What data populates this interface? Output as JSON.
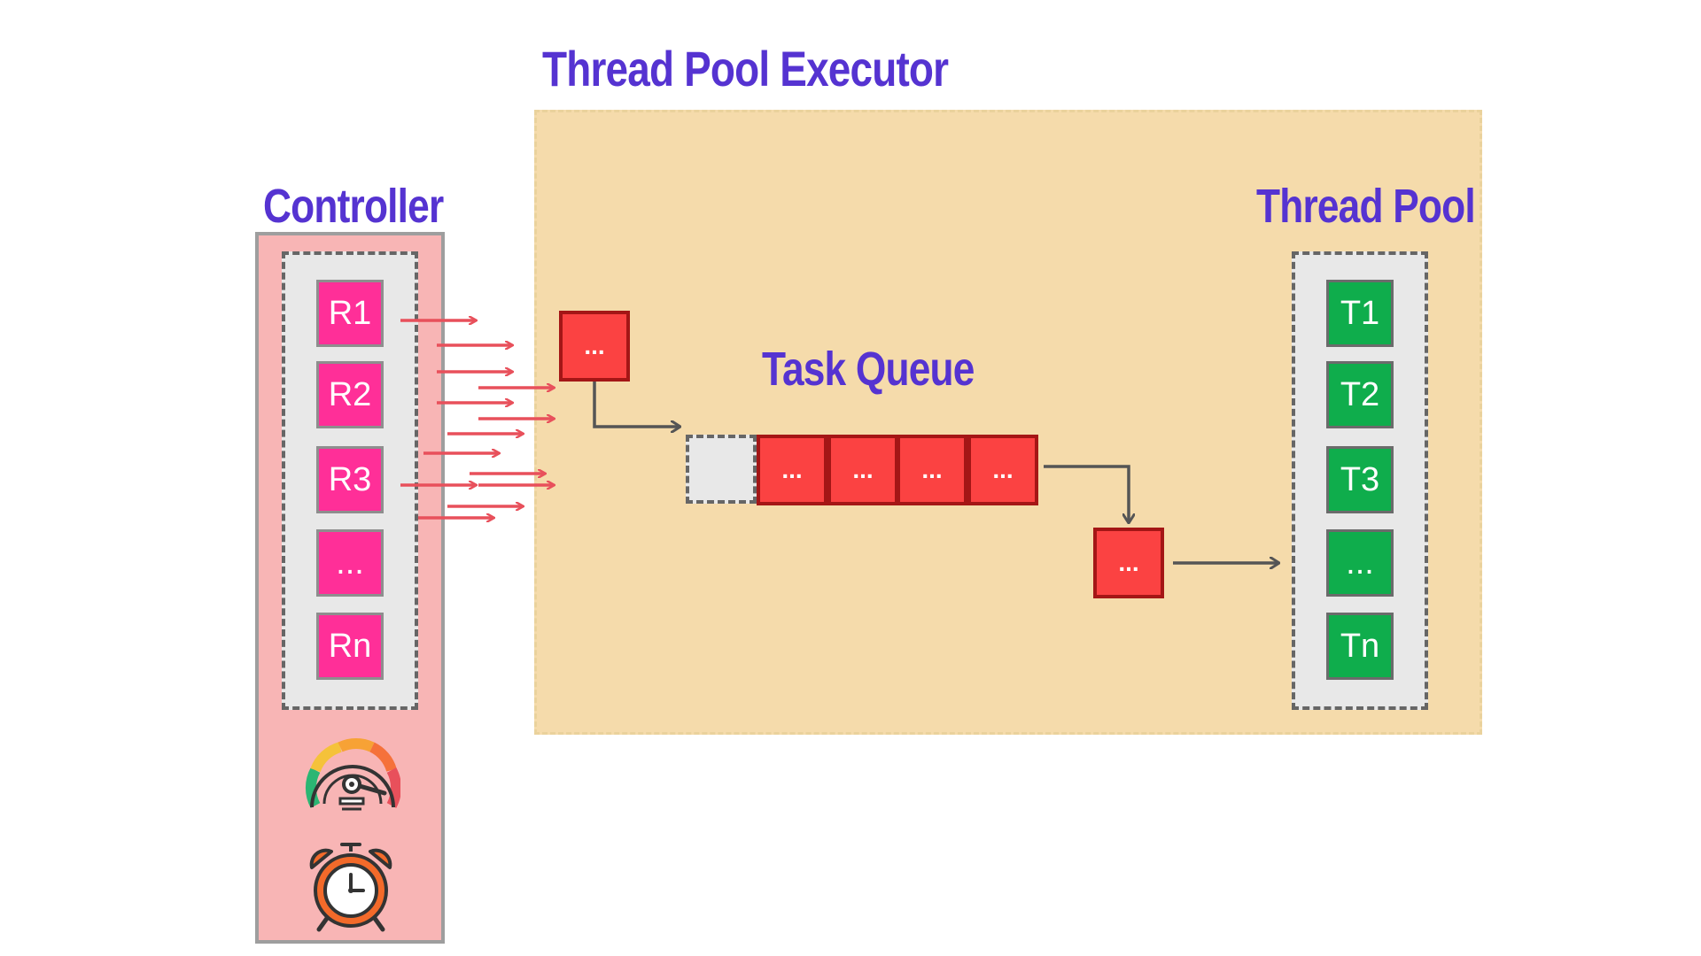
{
  "titles": {
    "executor": "Thread Pool Executor",
    "controller": "Controller",
    "thread_pool": "Thread Pool",
    "task_queue": "Task Queue"
  },
  "requests": [
    "R1",
    "R2",
    "R3",
    "...",
    "Rn"
  ],
  "threads": [
    "T1",
    "T2",
    "T3",
    "...",
    "Tn"
  ],
  "tasks": {
    "incoming": "...",
    "queued": [
      "...",
      "...",
      "...",
      "..."
    ],
    "dispatched": "..."
  },
  "icons": [
    "speedometer-icon",
    "alarm-clock-icon"
  ],
  "colors": {
    "title": "#5533d1",
    "executor_bg": "#f5dbab",
    "controller_bg": "#f8b5b5",
    "request": "#ff2f98",
    "thread": "#0fad4c",
    "task": "#fb4242",
    "request_arrow": "#e8505b",
    "flow_arrow": "#555555"
  }
}
